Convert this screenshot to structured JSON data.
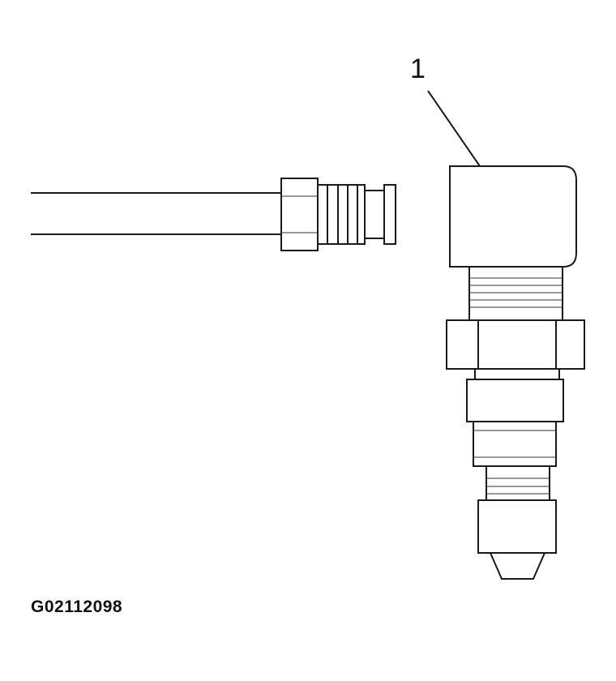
{
  "callout": {
    "label": "1"
  },
  "figure": {
    "id": "G02112098"
  },
  "parts": [
    {
      "name": "tube-with-fitting-end"
    },
    {
      "name": "elbow-fitting"
    }
  ]
}
